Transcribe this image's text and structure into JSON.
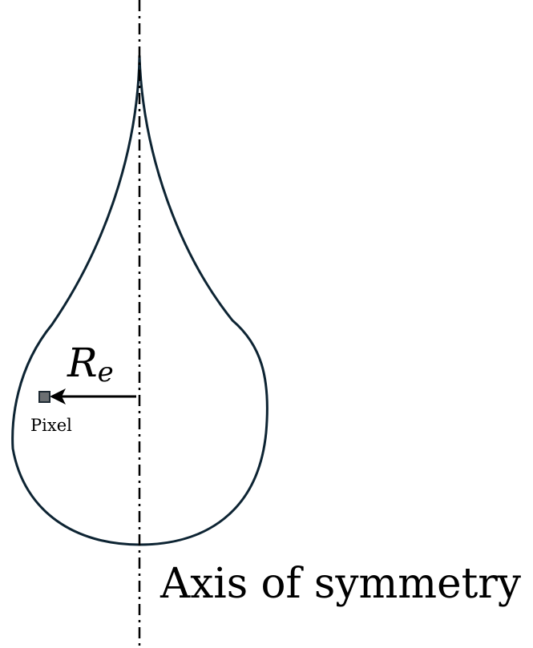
{
  "diagram": {
    "radius_symbol": "R",
    "radius_subscript": "e",
    "pixel_label": "Pixel",
    "axis_label": "Axis of symmetry",
    "colors": {
      "outline": "#0d2433",
      "axis": "#000000",
      "arrow": "#000000",
      "pixel_fill": "#6b6f72",
      "pixel_stroke": "#1e2a33",
      "background": "#ffffff"
    }
  }
}
